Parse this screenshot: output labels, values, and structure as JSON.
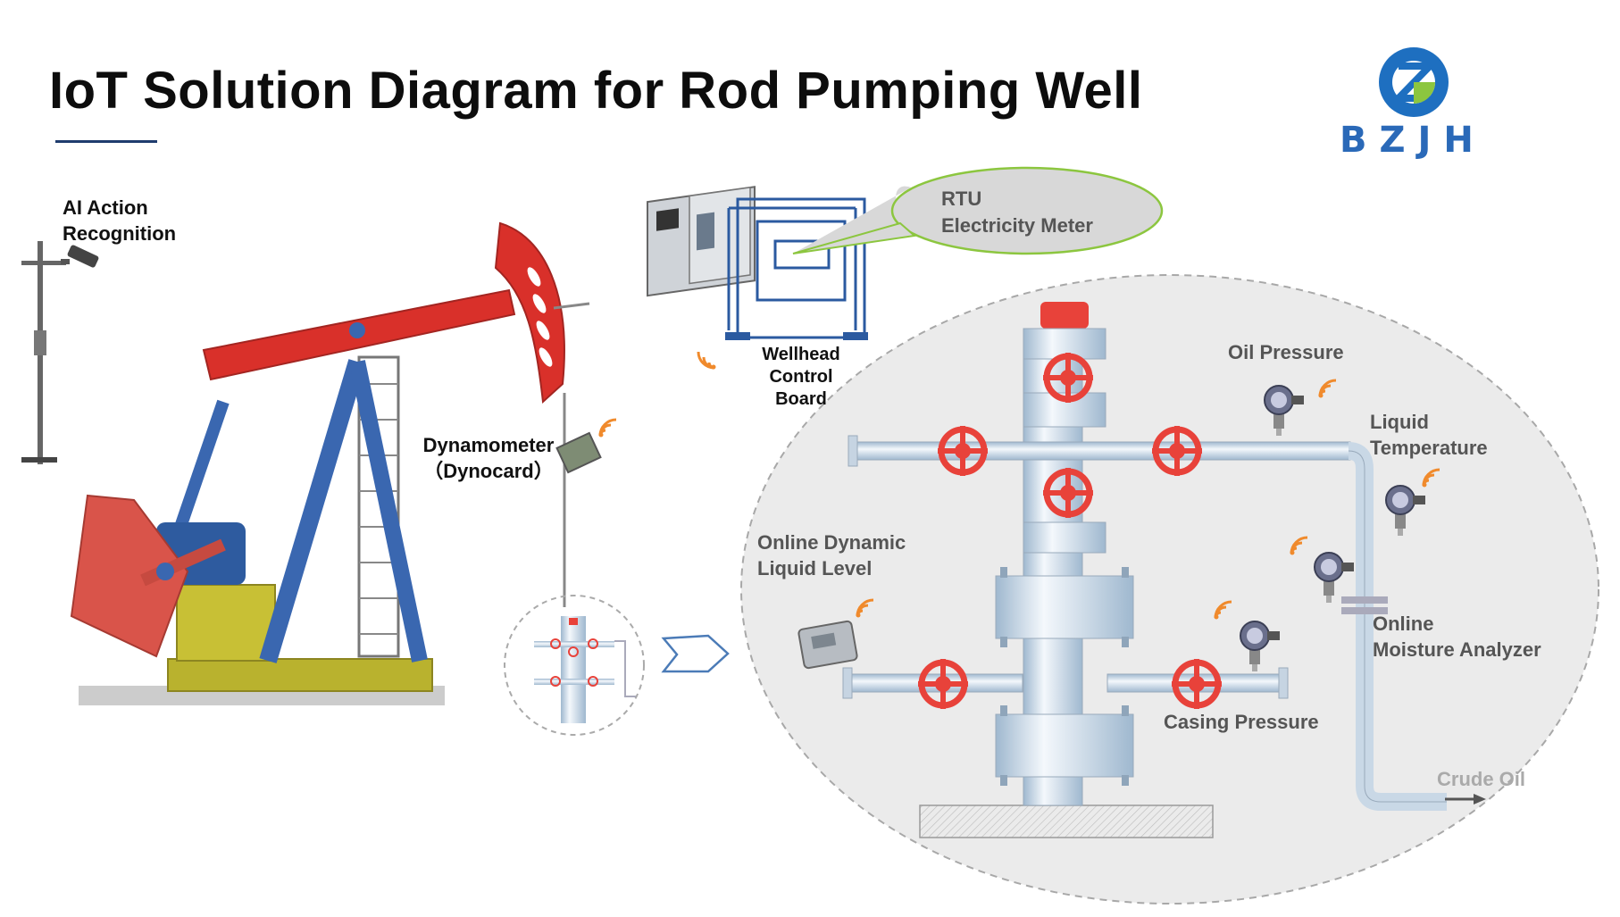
{
  "title": "IoT Solution Diagram for Rod Pumping Well",
  "logo": {
    "text": "BZJH",
    "colors": {
      "blue": "#1e6fc0",
      "green": "#8cc63f"
    }
  },
  "labels": {
    "ai_action_recognition": [
      "AI Action",
      "Recognition"
    ],
    "rtu": "RTU",
    "electricity_meter": "Electricity Meter",
    "wellhead_control_board": [
      "Wellhead",
      "Control",
      "Board"
    ],
    "dynamometer": [
      "Dynamometer",
      "（Dynocard）"
    ],
    "oil_pressure": "Oil Pressure",
    "liquid_temperature": [
      "Liquid",
      "Temperature"
    ],
    "online_dynamic_liquid_level": [
      "Online Dynamic",
      "Liquid Level"
    ],
    "online_moisture_analyzer": [
      "Online",
      "Moisture Analyzer"
    ],
    "casing_pressure": "Casing Pressure",
    "crude_oil": "Crude Oil"
  },
  "colors": {
    "valve": "#e8423a",
    "beam": "#d9302a",
    "frame": "#3a67b0",
    "base": "#b9b22e",
    "wifi": "#f08a2c",
    "pipe": "#d7e4ef",
    "callout_border": "#8cc63f"
  }
}
